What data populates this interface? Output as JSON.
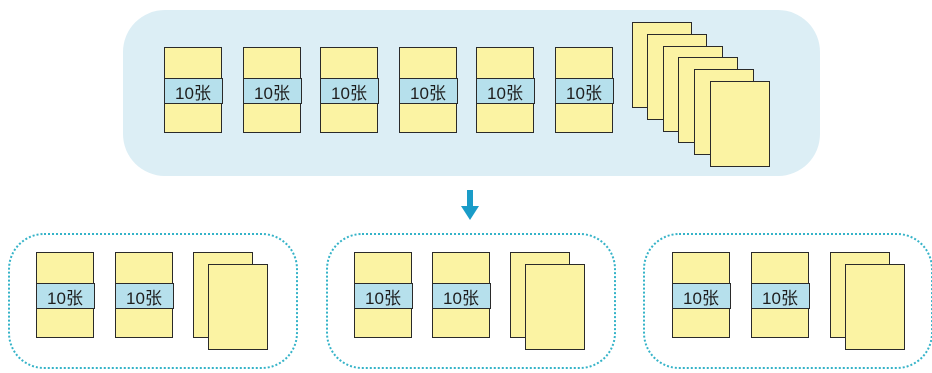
{
  "bundle_label": "10张",
  "top_group": {
    "bundle_count": 6,
    "loose_sheet_count": 6
  },
  "split_groups": [
    {
      "bundle_count": 2,
      "loose_sheet_count": 2
    },
    {
      "bundle_count": 2,
      "loose_sheet_count": 2
    },
    {
      "bundle_count": 2,
      "loose_sheet_count": 2
    }
  ],
  "colors": {
    "top_background": "#dceef5",
    "paper": "#fbf3a3",
    "band": "#b6e0ec",
    "outline": "#2a2a2a",
    "group_border": "#35b3c8",
    "arrow": "#1a9cc8"
  },
  "icons": {
    "arrow": "down-arrow-icon"
  }
}
